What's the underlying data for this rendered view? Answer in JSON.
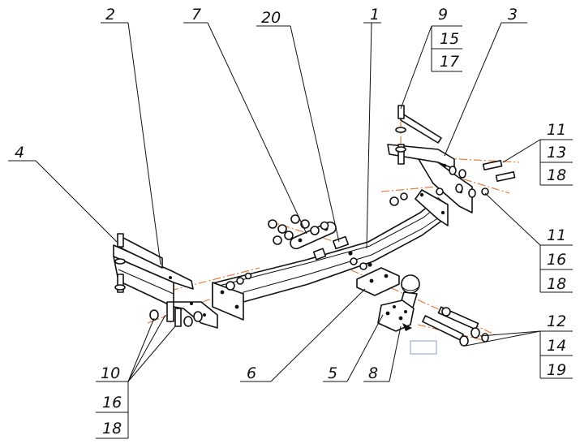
{
  "callouts": {
    "c1": "1",
    "c2": "2",
    "c3": "3",
    "c4": "4",
    "c5": "5",
    "c6": "6",
    "c7": "7",
    "c8": "8",
    "c9": "9",
    "c10": "10",
    "c20": "20",
    "g9": [
      "15",
      "17"
    ],
    "g11a": [
      "13",
      "18"
    ],
    "g11b": [
      "16",
      "18"
    ],
    "g12": [
      "14",
      "19"
    ],
    "g10": [
      "16",
      "18"
    ]
  },
  "colors": {
    "axis": "#e8702a",
    "ink": "#111111"
  }
}
